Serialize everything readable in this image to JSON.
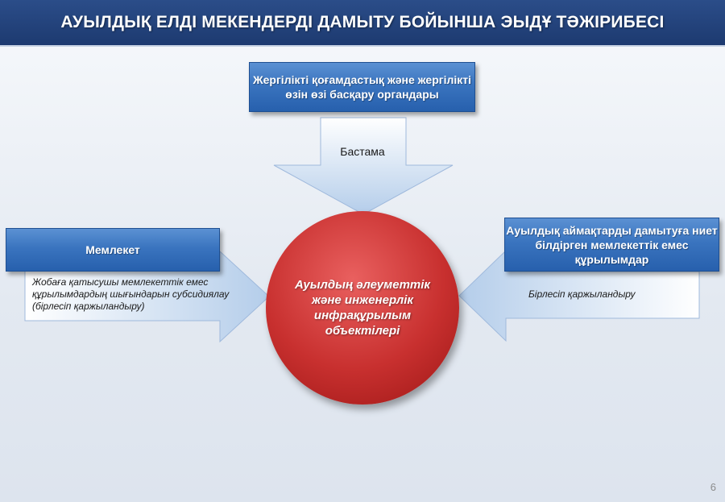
{
  "title": "АУЫЛДЫҚ ЕЛДІ МЕКЕНДЕРДІ ДАМЫТУ БОЙЫНША ЭЫДҰ ТӘЖІРИБЕСІ",
  "top_box": "Жергілікті қоғамдастық және жергілікті өзін өзі басқару органдары",
  "top_arrow_label": "Бастама",
  "left_box": "Мемлекет",
  "left_arrow_label": "Жобаға қатысушы мемлекеттік емес құрылымдардың шығындарын субсидиялау (бірлесіп қаржыландыру)",
  "right_box": "Ауылдық аймақтарды дамытуға ниет білдірген мемлекеттік емес құрылымдар",
  "right_arrow_label": "Бірлесіп қаржыландыру",
  "center": "Ауылдың әлеуметтік және инженерлік инфрақұрылым объектілері",
  "page_number": "6"
}
